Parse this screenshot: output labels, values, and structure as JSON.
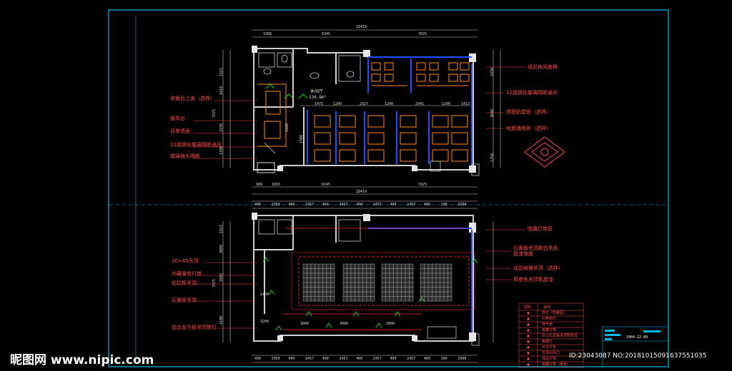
{
  "colors": {
    "background": "#000000",
    "frame": "#00b7e8",
    "wall": "#d0d0d0",
    "furniture": "#ff8c1a",
    "glass": "#2050ff",
    "annotation": "#ff4d4d",
    "dimension": "#dddddd",
    "ceiling_grid": "#aaaaaa",
    "light": "#20d020"
  },
  "top_plan": {
    "dims_top": [
      "18419",
      "3300",
      "6245",
      "7825"
    ],
    "dims_bottom": [
      "989",
      "1893",
      "8245",
      "7825",
      "18419"
    ],
    "dims_inner": [
      "1475",
      "1200",
      "2927",
      "1200",
      "2941",
      "1200",
      "1413"
    ],
    "dims_left": [
      "1523",
      "4410",
      "2939",
      "1390",
      "2440",
      "1500",
      "7975"
    ],
    "dims_right": [
      "1830",
      "3600",
      "1750"
    ],
    "room_label": "休闲厅",
    "room_area": "136.8m²",
    "labels_left": [
      "收银台上盖（选样）",
      "服务台",
      "背景墙面",
      "12厘钢化玻璃隔断通风",
      "玻璃镜头隔断"
    ],
    "labels_right": [
      "成品休闲座椅",
      "12厘钢化玻璃隔断通风",
      "墙面贴壁纸（选样）",
      "地面铺地砖（选样）"
    ]
  },
  "bottom_plan": {
    "dims_top": [
      "400",
      "2950",
      "400",
      "2457",
      "400",
      "2457",
      "400",
      "2457",
      "400",
      "2457",
      "400",
      "100",
      "2900"
    ],
    "dims_bottom": [
      "400",
      "2950",
      "400",
      "2457",
      "400",
      "2457",
      "400",
      "2457",
      "400",
      "2457",
      "400",
      "100",
      "2900"
    ],
    "dims_left": [
      "1823",
      "3000",
      "3943",
      "4100",
      "7975",
      "1400",
      "3200"
    ],
    "dims_center": [
      "3000",
      "3000",
      "3000"
    ],
    "labels_left": [
      "20×45吊顶",
      "内藏暖色灯带",
      "铝扣板吊顶",
      "石膏板吊顶",
      "铝合金方板吊顶筒灯"
    ],
    "labels_right": [
      "暗藏灯带管",
      "石膏板吊顶刷白色乳胶漆饰面",
      "成品格栅吊顶（选样）",
      "厚度色吊顶乳胶漆"
    ]
  },
  "legend": {
    "headers": [
      "图例",
      "说明"
    ],
    "rows": [
      "筒灯（防雾型）",
      "石英射灯",
      "排气扇",
      "暗藏灯带",
      "防火石膏板吊顶乳胶漆",
      "格栅灯",
      "日光灯管",
      "空调出风口",
      "成品灯饰",
      "暗藏灯带（暖色）"
    ]
  },
  "title_block": {
    "date": "2004.12.09"
  },
  "watermark": {
    "site": "昵图网 www.nipic.com",
    "id_line": "ID:23043087 NO:20181015091637551035"
  }
}
